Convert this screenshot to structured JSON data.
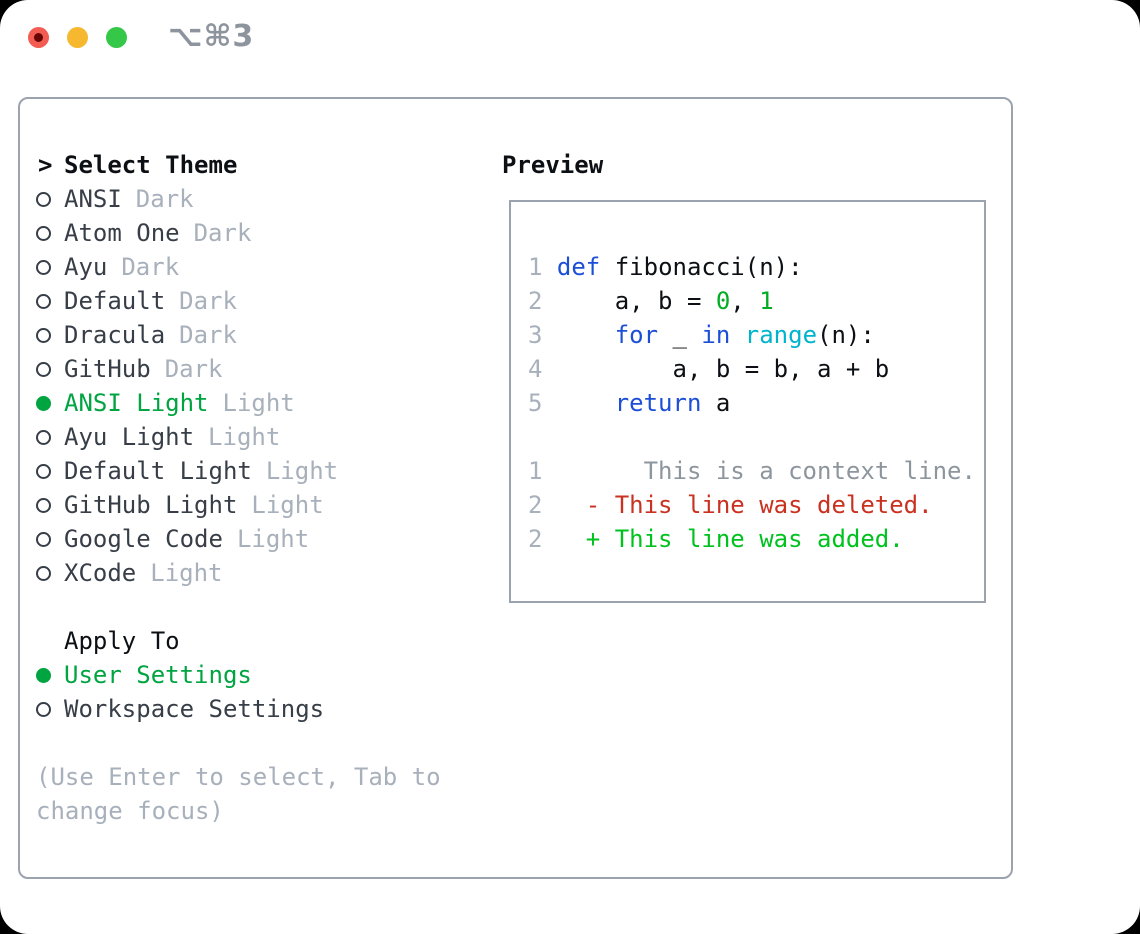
{
  "colors": {
    "page_bg": "#000000",
    "screen_bg": "#ffffff",
    "border": "#9aa3ae",
    "title_gray": "#8d949d",
    "text_strong": "#0c0f13",
    "text_dark": "#373e47",
    "text_muted": "#a7b0bb",
    "green": "#00a441",
    "kw_blue": "#1d4fd6",
    "fn_cyan": "#00b4cd",
    "lit_green": "#00ad23",
    "ctx_gray": "#8d959d",
    "del_red": "#c93120",
    "add_green": "#00c21e",
    "light_red": "#f25c53",
    "light_red_dot": "#650704",
    "light_yellow": "#f5b82e",
    "light_green": "#34c748"
  },
  "titlebar": {
    "shortcut": "⌥⌘3",
    "buttons": [
      "close",
      "minimize",
      "zoom"
    ]
  },
  "theme_list": {
    "header_marker": ">",
    "header": "Select Theme",
    "items": [
      {
        "name": "ANSI",
        "tag": "Dark",
        "selected": false
      },
      {
        "name": "Atom One",
        "tag": "Dark",
        "selected": false
      },
      {
        "name": "Ayu",
        "tag": "Dark",
        "selected": false
      },
      {
        "name": "Default",
        "tag": "Dark",
        "selected": false
      },
      {
        "name": "Dracula",
        "tag": "Dark",
        "selected": false
      },
      {
        "name": "GitHub",
        "tag": "Dark",
        "selected": false
      },
      {
        "name": "ANSI Light",
        "tag": "Light",
        "selected": true
      },
      {
        "name": "Ayu Light",
        "tag": "Light",
        "selected": false
      },
      {
        "name": "Default Light",
        "tag": "Light",
        "selected": false
      },
      {
        "name": "GitHub Light",
        "tag": "Light",
        "selected": false
      },
      {
        "name": "Google Code",
        "tag": "Light",
        "selected": false
      },
      {
        "name": "XCode",
        "tag": "Light",
        "selected": false
      }
    ]
  },
  "apply_to": {
    "header": "Apply To",
    "options": [
      {
        "label": "User Settings",
        "selected": true
      },
      {
        "label": "Workspace Settings",
        "selected": false
      }
    ]
  },
  "help": {
    "line1": "(Use Enter to select, Tab to",
    "line2": "change focus)"
  },
  "preview": {
    "title": "Preview",
    "lines": [
      {
        "segments": []
      },
      {
        "segments": [
          {
            "c": "num",
            "t": "1"
          },
          {
            "c": "plain",
            "t": " "
          },
          {
            "c": "kw",
            "t": "def"
          },
          {
            "c": "plain",
            "t": " fibonacci(n):"
          }
        ]
      },
      {
        "segments": [
          {
            "c": "num",
            "t": "2"
          },
          {
            "c": "plain",
            "t": "     a, b = "
          },
          {
            "c": "lit",
            "t": "0"
          },
          {
            "c": "plain",
            "t": ", "
          },
          {
            "c": "lit",
            "t": "1"
          }
        ]
      },
      {
        "segments": [
          {
            "c": "num",
            "t": "3"
          },
          {
            "c": "plain",
            "t": "     "
          },
          {
            "c": "kw",
            "t": "for"
          },
          {
            "c": "plain",
            "t": " _ "
          },
          {
            "c": "kw",
            "t": "in"
          },
          {
            "c": "plain",
            "t": " "
          },
          {
            "c": "fn",
            "t": "range"
          },
          {
            "c": "plain",
            "t": "(n):"
          }
        ]
      },
      {
        "segments": [
          {
            "c": "num",
            "t": "4"
          },
          {
            "c": "plain",
            "t": "         a, b = b, a + b"
          }
        ]
      },
      {
        "segments": [
          {
            "c": "num",
            "t": "5"
          },
          {
            "c": "plain",
            "t": "     "
          },
          {
            "c": "kw",
            "t": "return"
          },
          {
            "c": "plain",
            "t": " a"
          }
        ]
      },
      {
        "segments": []
      },
      {
        "segments": [
          {
            "c": "num",
            "t": "1"
          },
          {
            "c": "ctx",
            "t": "       This is a context line."
          }
        ]
      },
      {
        "segments": [
          {
            "c": "num",
            "t": "2"
          },
          {
            "c": "del",
            "t": "   - This line was deleted."
          }
        ]
      },
      {
        "segments": [
          {
            "c": "num",
            "t": "2"
          },
          {
            "c": "add",
            "t": "   + This line was added."
          }
        ]
      },
      {
        "segments": []
      }
    ]
  }
}
